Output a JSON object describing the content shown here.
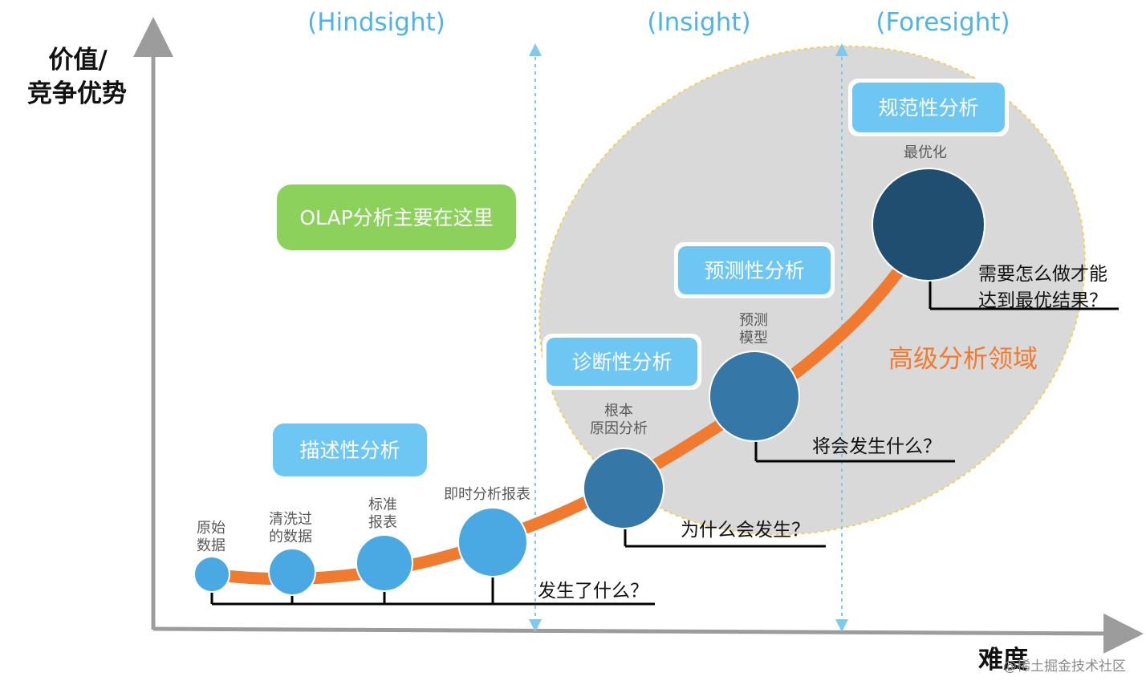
{
  "axes": {
    "y_label_line1": "价值/",
    "y_label_line2": "竞争优势",
    "x_label": "难度"
  },
  "phases": [
    {
      "label": "(Hindsight)"
    },
    {
      "label": "(Insight)"
    },
    {
      "label": "(Foresight)"
    }
  ],
  "callouts": {
    "olap": "OLAP分析主要在这里",
    "descriptive": "描述性分析",
    "diagnostic": "诊断性分析",
    "predictive": "预测性分析",
    "prescriptive": "规范性分析",
    "advanced_area": "高级分析领域"
  },
  "nodes": {
    "raw_data": [
      "原始",
      "数据"
    ],
    "cleaned_data": [
      "清洗过",
      "的数据"
    ],
    "standard_report": [
      "标准",
      "报表"
    ],
    "realtime_report": "即时分析报表",
    "root_cause": [
      "根本",
      "原因分析"
    ],
    "predictive_model": [
      "预测",
      "模型"
    ],
    "optimization": "最优化"
  },
  "questions": {
    "what_happened": "发生了什么？",
    "why_happened": "为什么会发生？",
    "what_will_happen": "将会发生什么？",
    "how_best": [
      "需要怎么做才能",
      "达到最优结果？"
    ]
  },
  "colors": {
    "phase_text": "#4fb3e8",
    "curve": "#f07a2f",
    "olap_box": "#8bd15c",
    "tag_box": "#6ec6f2",
    "node_light": "#4aa8e2",
    "node_mid": "#3578a8",
    "node_dark": "#1f4e70",
    "ellipse_fill": "#d9d9d9",
    "ellipse_border": "#f5cf55",
    "advanced_text": "#f07a2f"
  },
  "watermark": "@稀土掘金技术社区"
}
